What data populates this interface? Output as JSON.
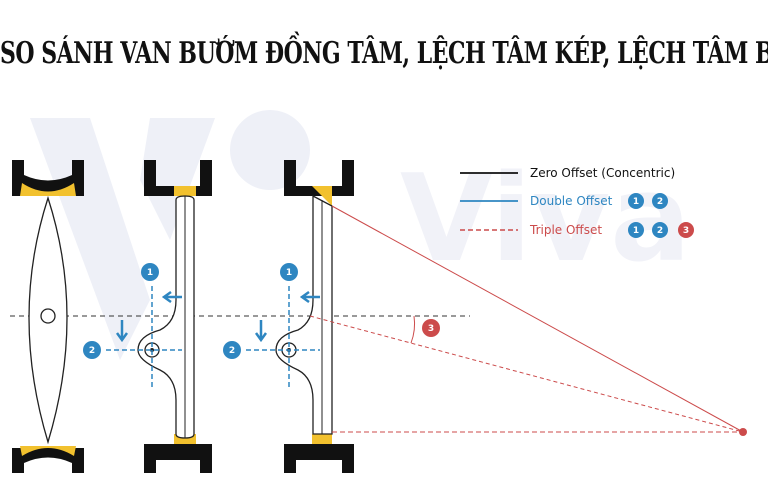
{
  "title": "SO SÁNH VAN BƯỚM ĐỒNG TÂM, LỆCH TÂM KÉP, LỆCH TÂM BA",
  "watermark": "Viva",
  "legend": [
    {
      "label": "Zero Offset (Concentric)",
      "badges": []
    },
    {
      "label": "Double Offset",
      "badges": [
        "1",
        "2"
      ]
    },
    {
      "label": "Triple Offset",
      "badges": [
        "1",
        "2",
        "3"
      ]
    }
  ],
  "markers": {
    "offset1": "1",
    "offset2": "2",
    "offset3": "3"
  },
  "colors": {
    "concentric": "#111111",
    "double": "#2e86c1",
    "triple": "#cc4b4b",
    "seat": "#f2c12e",
    "body": "#111111",
    "watermark": "#eef0f7"
  }
}
